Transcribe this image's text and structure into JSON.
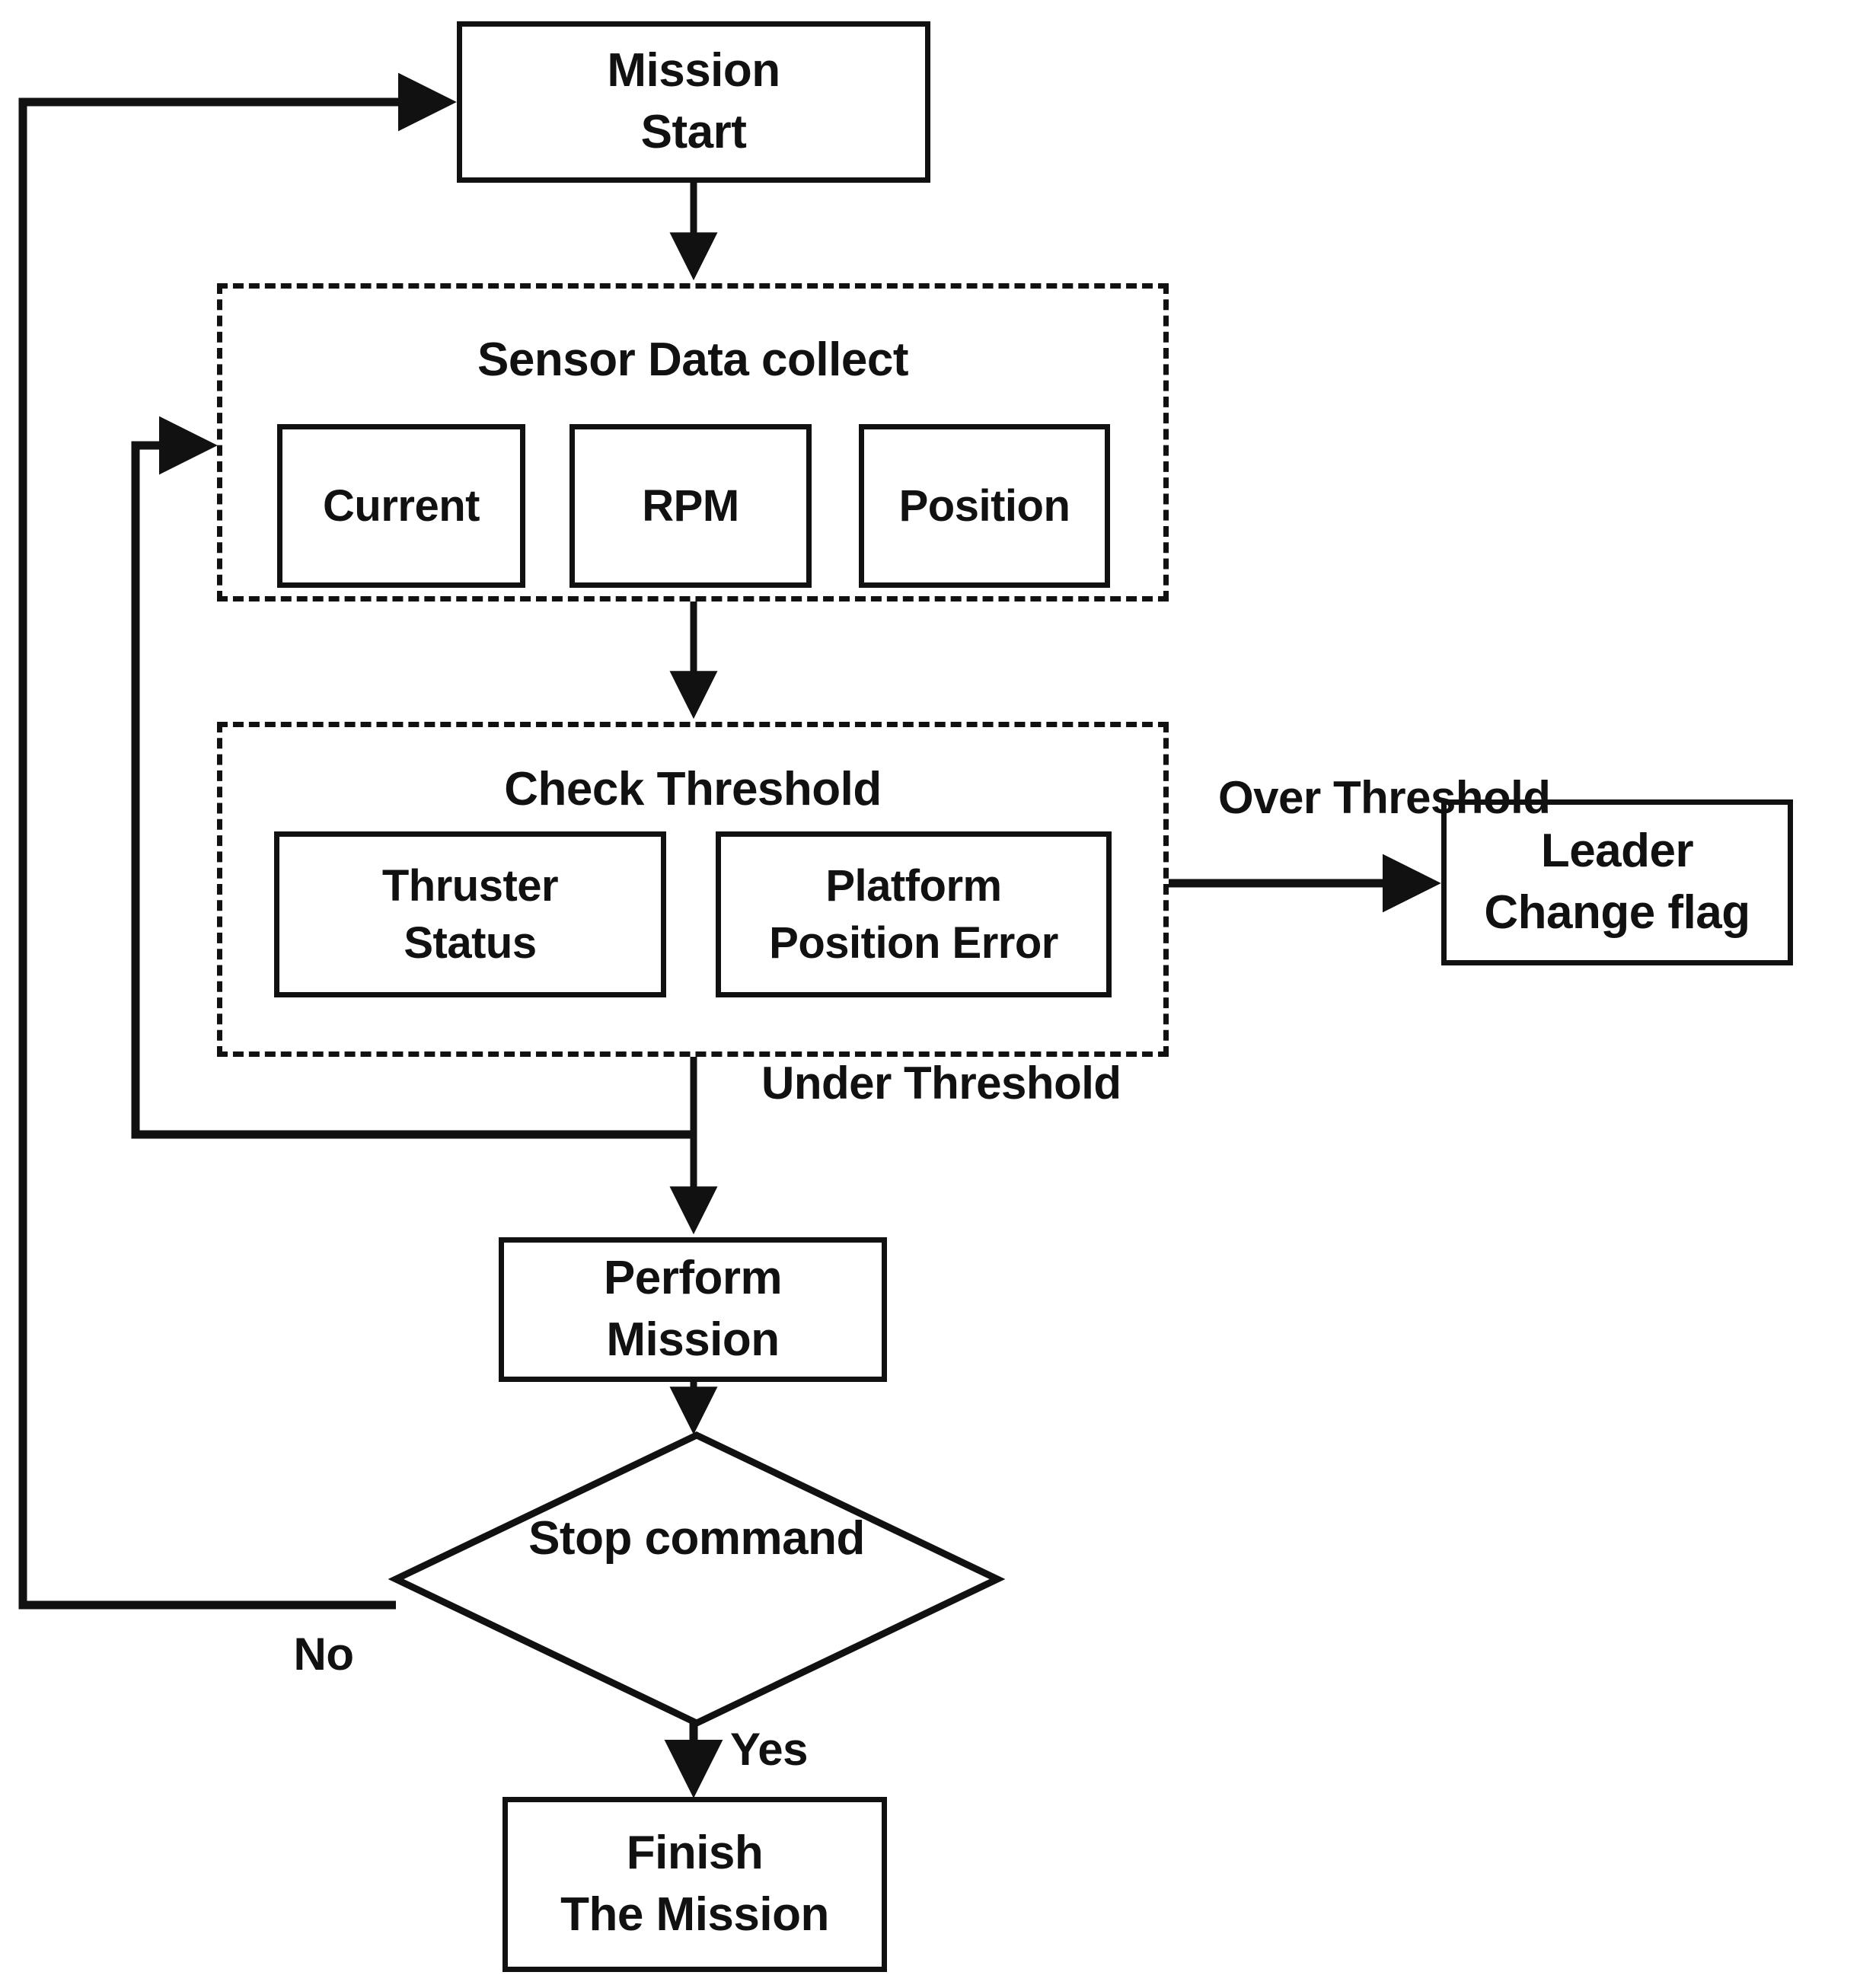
{
  "diagram": {
    "title": "Mission control flowchart",
    "type": "flowchart",
    "stroke_color": "#111111",
    "background_color": "#ffffff"
  },
  "nodes": {
    "mission_start": {
      "line1": "Mission",
      "line2": "Start"
    },
    "perform_mission": {
      "line1": "Perform",
      "line2": "Mission"
    },
    "finish_mission": {
      "line1": "Finish",
      "line2": "The Mission"
    },
    "leader_change_flag": {
      "line1": "Leader",
      "line2": "Change flag"
    },
    "stop_command": {
      "line1": "Stop",
      "line2": "command"
    }
  },
  "groups": {
    "sensor_data_collect": {
      "title": "Sensor Data collect",
      "items": [
        {
          "label": "Current"
        },
        {
          "label": "RPM"
        },
        {
          "label": "Position"
        }
      ]
    },
    "check_threshold": {
      "title": "Check Threshold",
      "items": [
        {
          "line1": "Thruster",
          "line2": "Status"
        },
        {
          "line1": "Platform",
          "line2": "Position Error"
        }
      ]
    }
  },
  "edge_labels": {
    "over_threshold": {
      "line1": "Over",
      "line2": "Threshold"
    },
    "under_threshold": {
      "line1": "Under",
      "line2": "Threshold"
    },
    "no": "No",
    "yes": "Yes"
  }
}
